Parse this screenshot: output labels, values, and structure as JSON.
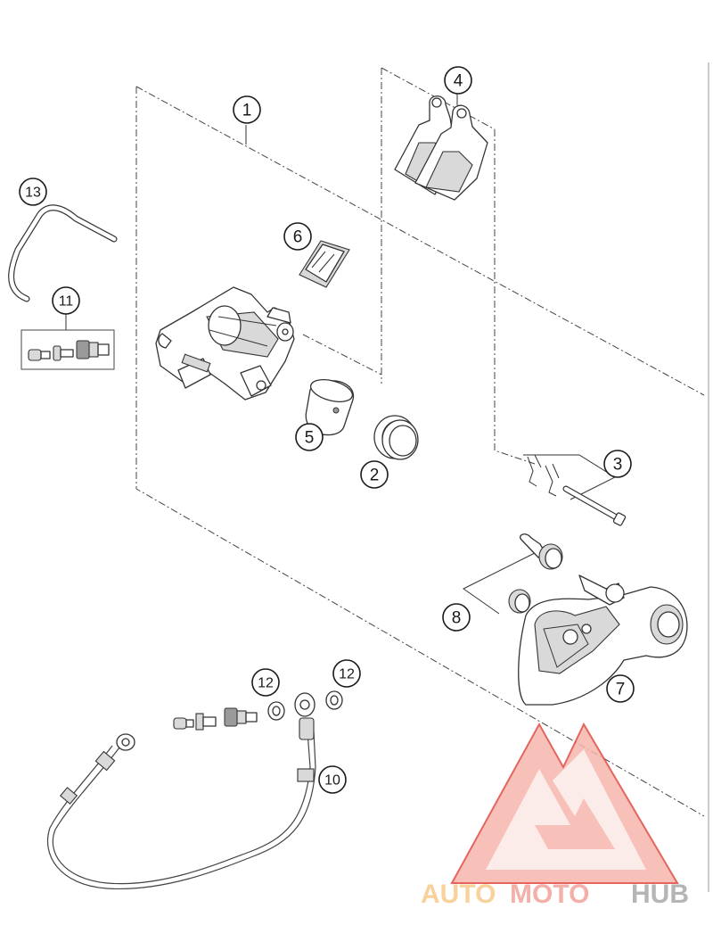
{
  "colors": {
    "line": "#333333",
    "watermark_red": "#e04a43",
    "watermark_light": "#f6b6ac",
    "watermark_auto": "#f7c98a",
    "watermark_moto": "#f3a39a",
    "watermark_hub": "#a9a9a9"
  },
  "callouts": [
    {
      "id": "1",
      "label": "1"
    },
    {
      "id": "2",
      "label": "2"
    },
    {
      "id": "3",
      "label": "3"
    },
    {
      "id": "4",
      "label": "4"
    },
    {
      "id": "5",
      "label": "5"
    },
    {
      "id": "6",
      "label": "6"
    },
    {
      "id": "7",
      "label": "7"
    },
    {
      "id": "8",
      "label": "8"
    },
    {
      "id": "10",
      "label": "10"
    },
    {
      "id": "11",
      "label": "11"
    },
    {
      "id": "12a",
      "label": "12"
    },
    {
      "id": "12b",
      "label": "12"
    },
    {
      "id": "13",
      "label": "13"
    }
  ],
  "watermark": {
    "part1": "AUTO",
    "part2": "MOTO",
    "part3": "HUB"
  }
}
